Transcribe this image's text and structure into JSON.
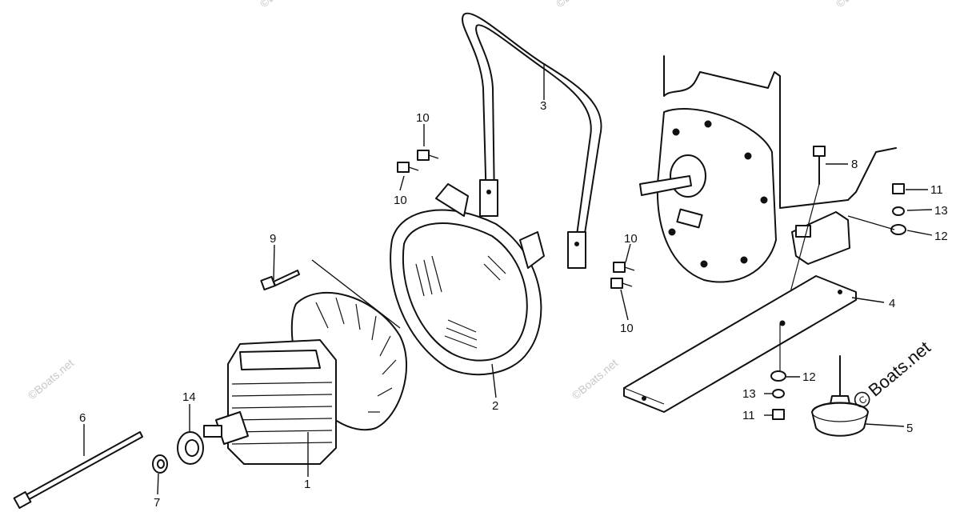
{
  "watermark": {
    "text": "©Boats.net",
    "main_text": "Boats.net"
  },
  "callouts": [
    {
      "id": "c1a",
      "label": "1"
    },
    {
      "id": "c2",
      "label": "2"
    },
    {
      "id": "c3",
      "label": "3"
    },
    {
      "id": "c4",
      "label": "4"
    },
    {
      "id": "c5",
      "label": "5"
    },
    {
      "id": "c6",
      "label": "6"
    },
    {
      "id": "c7",
      "label": "7"
    },
    {
      "id": "c8",
      "label": "8"
    },
    {
      "id": "c9",
      "label": "9"
    },
    {
      "id": "c10a",
      "label": "10"
    },
    {
      "id": "c10b",
      "label": "10"
    },
    {
      "id": "c10c",
      "label": "10"
    },
    {
      "id": "c10d",
      "label": "10"
    },
    {
      "id": "c11a",
      "label": "11"
    },
    {
      "id": "c11b",
      "label": "11"
    },
    {
      "id": "c12a",
      "label": "12"
    },
    {
      "id": "c12b",
      "label": "12"
    },
    {
      "id": "c13a",
      "label": "13"
    },
    {
      "id": "c13b",
      "label": "13"
    },
    {
      "id": "c14",
      "label": "14"
    }
  ]
}
